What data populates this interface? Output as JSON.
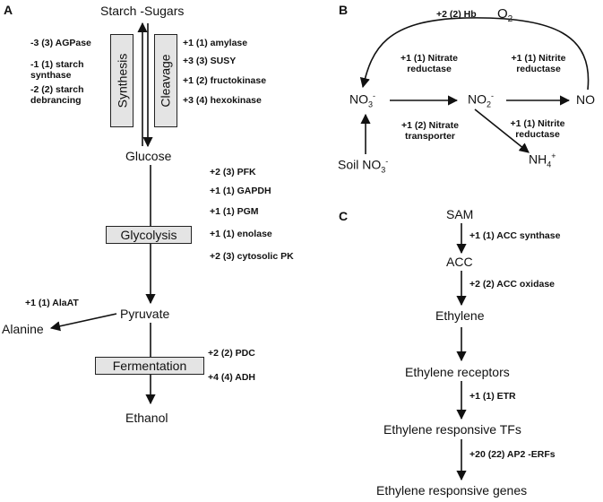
{
  "panels": {
    "a": "A",
    "b": "B",
    "c": "C"
  },
  "panel_a": {
    "starch_sugars": "Starch -Sugars",
    "synthesis": "Synthesis",
    "cleavage": "Cleavage",
    "synthesis_enzymes": [
      "-3 (3) AGPase",
      "-1 (1) starch",
      "synthase",
      "-2 (2) starch",
      "debrancing"
    ],
    "cleavage_enzymes": [
      "+1 (1) amylase",
      "+3 (3) SUSY",
      "+1 (2) fructokinase",
      "+3 (4) hexokinase"
    ],
    "glucose": "Glucose",
    "glycolysis_enzymes": [
      "+2 (3) PFK",
      "+1 (1) GAPDH",
      "+1 (1) PGM",
      "+1 (1) enolase",
      "+2 (3) cytosolic PK"
    ],
    "glycolysis": "Glycolysis",
    "alaat": "+1 (1) AlaAT",
    "alanine": "Alanine",
    "pyruvate": "Pyruvate",
    "fermentation_enzymes": [
      "+2 (2) PDC",
      "+4 (4) ADH"
    ],
    "fermentation": "Fermentation",
    "ethanol": "Ethanol"
  },
  "panel_b": {
    "hb": "+2 (2) Hb",
    "o2": "O",
    "o2_sub": "2",
    "nitrate_reductase": [
      "+1 (1) Nitrate",
      "reductase"
    ],
    "nitrite_reductase_top": [
      "+1 (1) Nitrite",
      "reductase"
    ],
    "nitrite_reductase_bottom": [
      "+1 (1) Nitrite",
      "reductase"
    ],
    "nitrate_transporter": [
      "+1 (2) Nitrate",
      "transporter"
    ],
    "no3": "NO",
    "no3_sub": "3",
    "no3_sup": "-",
    "no2": "NO",
    "no2_sub": "2",
    "no2_sup": "-",
    "no": "NO",
    "soil_no3": "Soil NO",
    "soil_sub": "3",
    "soil_sup": "-",
    "nh4": "NH",
    "nh4_sub": "4",
    "nh4_sup": "+"
  },
  "panel_c": {
    "sam": "SAM",
    "acc_synthase": "+1 (1) ACC synthase",
    "acc": "ACC",
    "acc_oxidase": "+2 (2) ACC oxidase",
    "ethylene": "Ethylene",
    "ethylene_receptors": "Ethylene receptors",
    "etr": "+1 (1) ETR",
    "ethylene_tfs": "Ethylene responsive TFs",
    "ap2": "+20 (22) AP2 -ERFs",
    "ethylene_genes": "Ethylene responsive genes"
  }
}
